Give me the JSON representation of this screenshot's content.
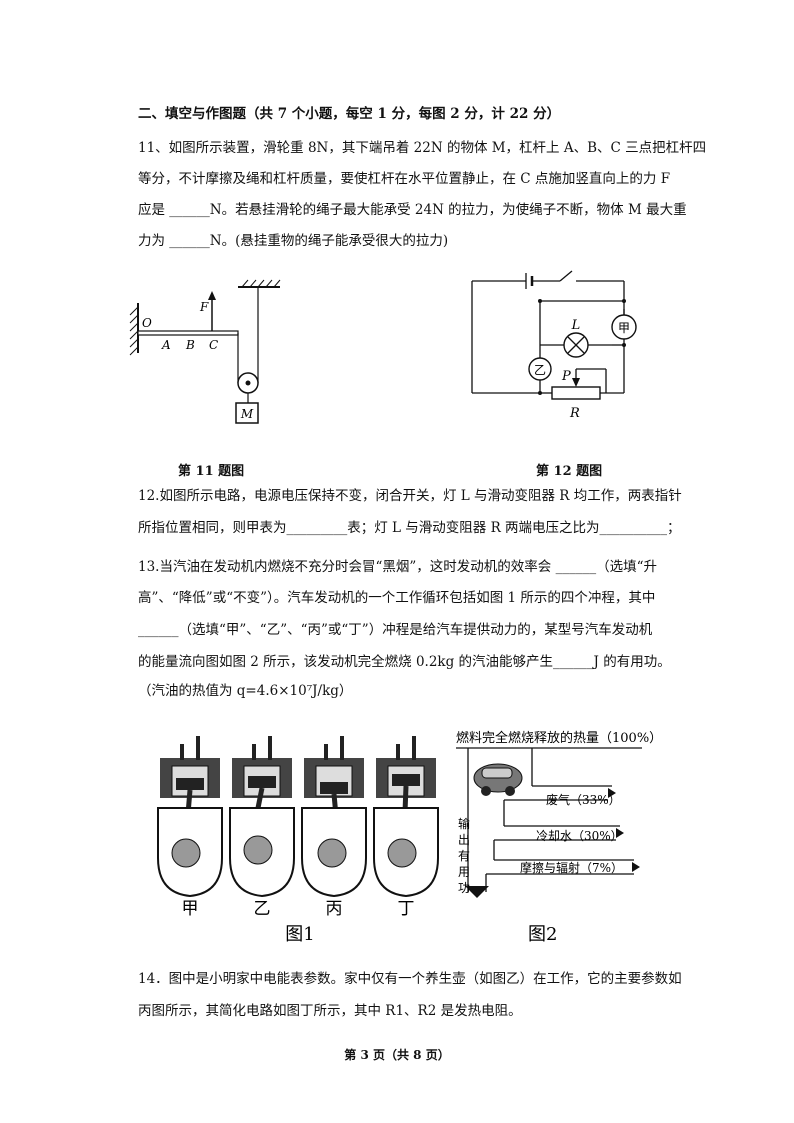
{
  "section_title": "二、填空与作图题（共 7 个小题，每空 1 分，每图 2 分，计 22 分）",
  "q11": {
    "line1": "11、如图所示装置，滑轮重 8N，其下端吊着 22N 的物体 M，杠杆上 A、B、C 三点把杠杆四",
    "line2": "等分，不计摩擦及绳和杠杆质量，要使杠杆在水平位置静止，在 C 点施加竖直向上的力 F",
    "line3": "应是 ______N。若悬挂滑轮的绳子最大能承受 24N 的拉力，为使绳子不断，物体 M 最大重",
    "line4": "力为 ______N。(悬挂重物的绳子能承受很大的拉力)",
    "fig_labels": {
      "O": "O",
      "A": "A",
      "B": "B",
      "C": "C",
      "F": "F",
      "M": "M"
    },
    "caption": "第 11 题图"
  },
  "q12": {
    "fig_labels": {
      "L": "L",
      "jia": "甲",
      "yi": "乙",
      "P": "P",
      "R": "R"
    },
    "caption": "第 12 题图",
    "line1": "12.如图所示电路，电源电压保持不变，闭合开关，灯 L 与滑动变阻器 R 均工作，两表指针",
    "line2": "所指位置相同，则甲表为_________表；灯 L 与滑动变阻器 R 两端电压之比为__________；"
  },
  "q13": {
    "line1": "13.当汽油在发动机内燃烧不充分时会冒“黑烟”，这时发动机的效率会 ______（选填“升",
    "line2": "高”、“降低”或“不变”）。汽车发动机的一个工作循环包括如图 1 所示的四个冲程，其中",
    "line3": "______（选填“甲”、“乙”、“丙”或“丁”）冲程是给汽车提供动力的，某型号汽车发动机",
    "line4": "的能量流向图如图 2 所示，该发动机完全燃烧 0.2kg 的汽油能够产生______J 的有用功。",
    "line5": "（汽油的热值为 q=4.6×10⁷J/kg）",
    "engines": [
      "甲",
      "乙",
      "丙",
      "丁"
    ],
    "fig1_label": "图1",
    "fig2_label": "图2",
    "energy": {
      "header": "燃料完全燃烧释放的热量（100%）",
      "exhaust": "废气（33%）",
      "cooling": "冷却水（30%）",
      "friction": "摩擦与辐射（7%）",
      "output": [
        "输",
        "出",
        "有",
        "用",
        "功"
      ]
    }
  },
  "q14": {
    "line1": "14．图中是小明家中电能表参数。家中仅有一个养生壶（如图乙）在工作，它的主要参数如",
    "line2": "丙图所示，其简化电路如图丁所示，其中 R1、R2 是发热电阻。"
  },
  "footer": "第 3 页（共 8 页）"
}
